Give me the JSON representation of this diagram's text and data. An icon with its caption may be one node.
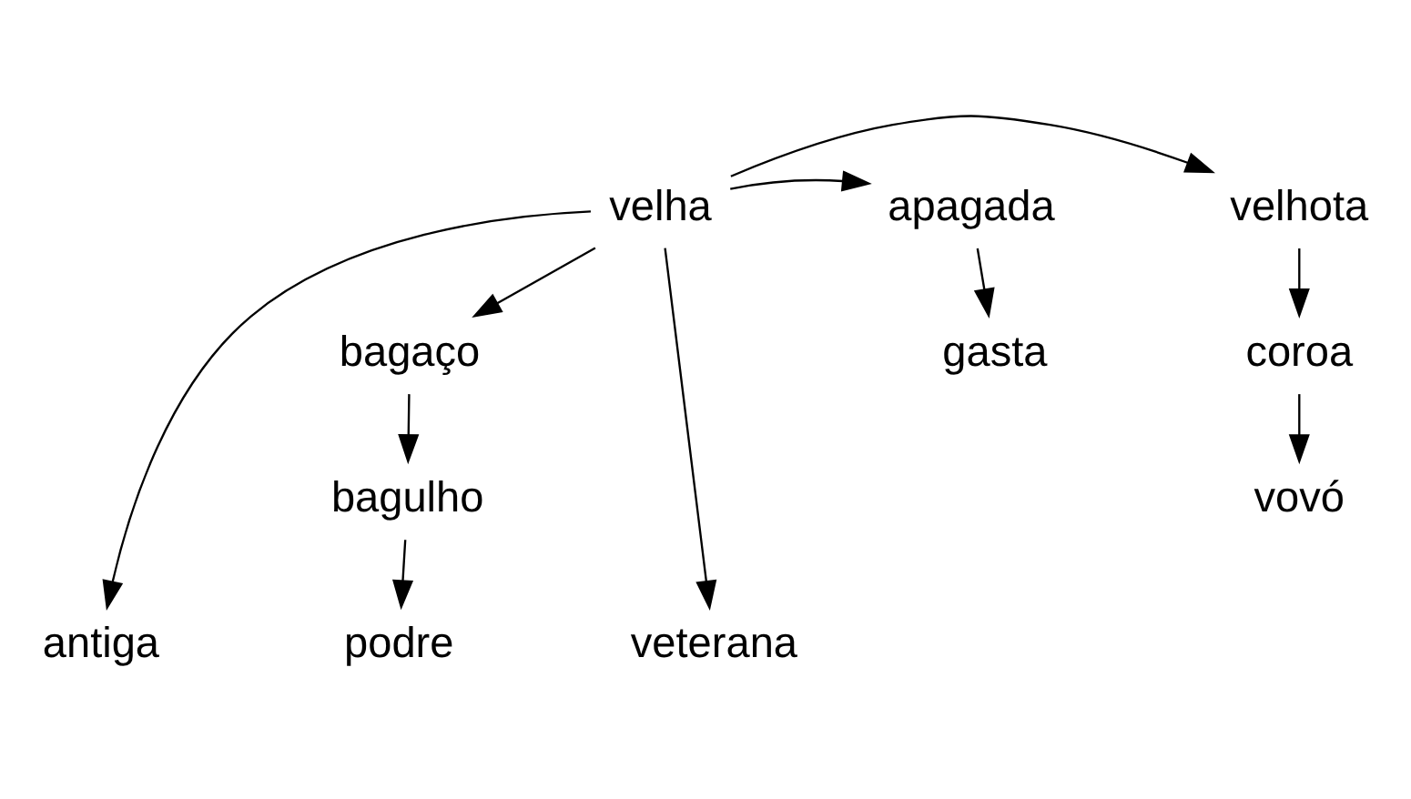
{
  "diagram": {
    "nodes": [
      {
        "text": [
          "velha"
        ]
      },
      {
        "text": [
          "velhota"
        ]
      },
      {
        "text": [
          "apagada"
        ]
      },
      {
        "text": [
          "coroa"
        ]
      },
      {
        "text": [
          "vovó"
        ]
      },
      {
        "text": [
          "bagaço"
        ]
      },
      {
        "text": [
          "bagulho"
        ]
      },
      {
        "text": [
          "podre"
        ]
      },
      {
        "text": [
          "gasta"
        ]
      },
      {
        "text": [
          "veterana"
        ]
      },
      {
        "text": [
          "antiga"
        ]
      }
    ],
    "edges": [
      {
        "from": 0,
        "to": 1,
        "arrow": "to"
      },
      {
        "from": 0,
        "to": 2,
        "arrow": "to"
      },
      {
        "from": 1,
        "to": 3,
        "arrow": "to"
      },
      {
        "from": 3,
        "to": 4,
        "arrow": "to"
      },
      {
        "from": 0,
        "to": 5,
        "arrow": "to"
      },
      {
        "from": 5,
        "to": 6,
        "arrow": "to"
      },
      {
        "from": 6,
        "to": 7,
        "arrow": "to"
      },
      {
        "from": 2,
        "to": 8,
        "arrow": "to"
      },
      {
        "from": 0,
        "to": 9,
        "arrow": "to"
      },
      {
        "from": 0,
        "to": 10,
        "arrow": "to"
      }
    ]
  }
}
